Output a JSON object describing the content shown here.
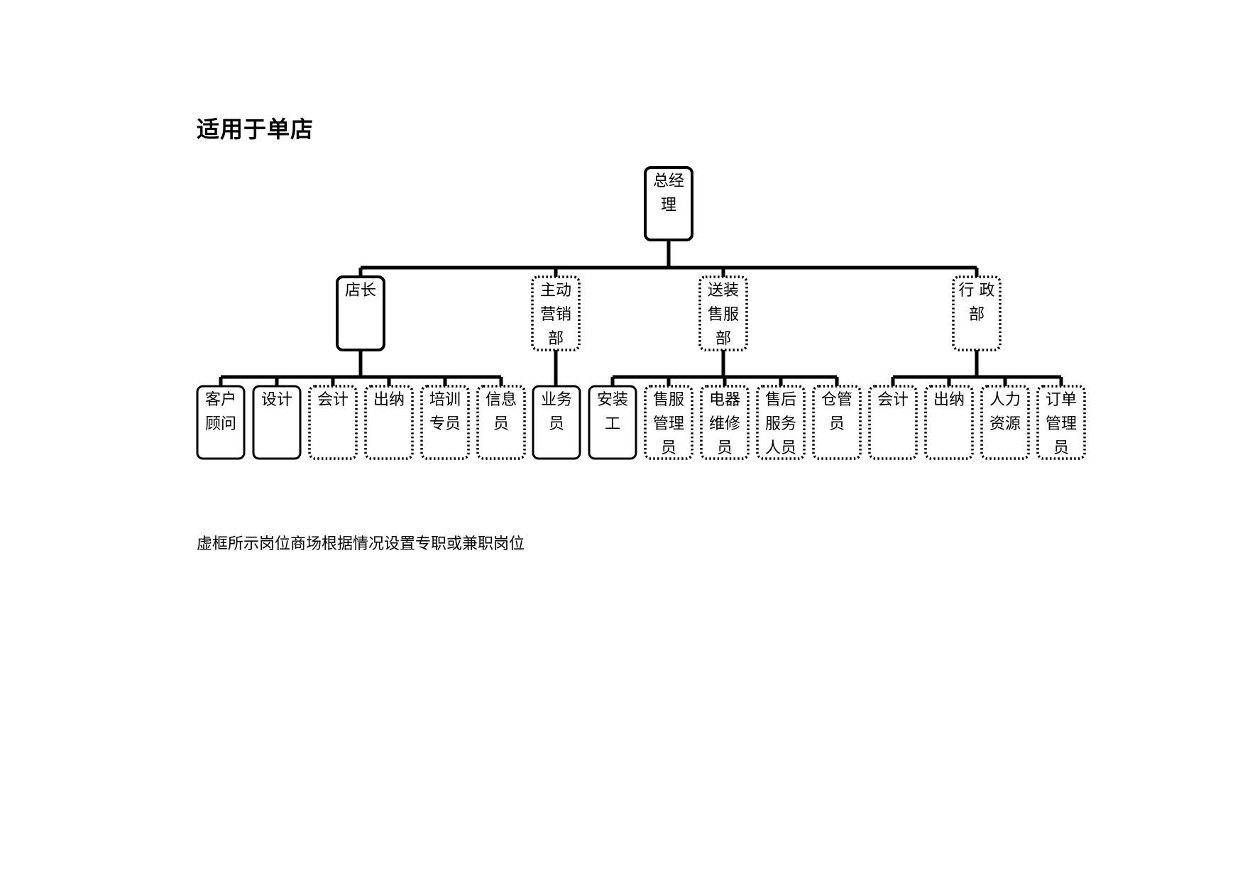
{
  "page": {
    "title": "适用于单店",
    "note": "虚框所示岗位商场根据情况设置专职或兼职岗位"
  },
  "org": {
    "root": {
      "id": "gm",
      "lines": [
        "总经",
        "理"
      ],
      "style": "solid"
    },
    "departments": [
      {
        "id": "store-manager",
        "lines": [
          "店长"
        ],
        "style": "solid",
        "children": [
          {
            "id": "customer-advisor",
            "lines": [
              "客户",
              "顾问"
            ],
            "style": "solid"
          },
          {
            "id": "design",
            "lines": [
              "设计"
            ],
            "style": "solid"
          },
          {
            "id": "accounting-1",
            "lines": [
              "会计"
            ],
            "style": "dotted"
          },
          {
            "id": "cashier-1",
            "lines": [
              "出纳"
            ],
            "style": "dotted"
          },
          {
            "id": "training-specialist",
            "lines": [
              "培训",
              "专员"
            ],
            "style": "dotted"
          },
          {
            "id": "information-clerk",
            "lines": [
              "信息",
              "员"
            ],
            "style": "dotted"
          }
        ]
      },
      {
        "id": "active-marketing",
        "lines": [
          "主动",
          "营销",
          "部"
        ],
        "style": "dotted",
        "children": [
          {
            "id": "sales-rep",
            "lines": [
              "业务",
              "员"
            ],
            "style": "solid"
          }
        ]
      },
      {
        "id": "delivery-service",
        "lines": [
          "送装",
          "售服",
          "部"
        ],
        "style": "dotted",
        "children": [
          {
            "id": "installer",
            "lines": [
              "安装",
              "工"
            ],
            "style": "solid"
          },
          {
            "id": "service-manager",
            "lines": [
              "售服",
              "管理",
              "员"
            ],
            "style": "dotted"
          },
          {
            "id": "appliance-repair",
            "lines": [
              "电器",
              "维修",
              "员"
            ],
            "style": "dotted"
          },
          {
            "id": "after-sales-staff",
            "lines": [
              "售后",
              "服务",
              "人员"
            ],
            "style": "dotted"
          },
          {
            "id": "warehouse-keeper",
            "lines": [
              "仓管",
              "员"
            ],
            "style": "dotted"
          }
        ]
      },
      {
        "id": "administration",
        "lines": [
          "行 政",
          "部"
        ],
        "style": "dotted",
        "children": [
          {
            "id": "accounting-2",
            "lines": [
              "会计"
            ],
            "style": "dotted"
          },
          {
            "id": "cashier-2",
            "lines": [
              "出纳"
            ],
            "style": "dotted"
          },
          {
            "id": "human-resources",
            "lines": [
              "人力",
              "资源"
            ],
            "style": "dotted"
          },
          {
            "id": "order-manager",
            "lines": [
              "订单",
              "管理",
              "员"
            ],
            "style": "dotted"
          }
        ]
      }
    ]
  }
}
